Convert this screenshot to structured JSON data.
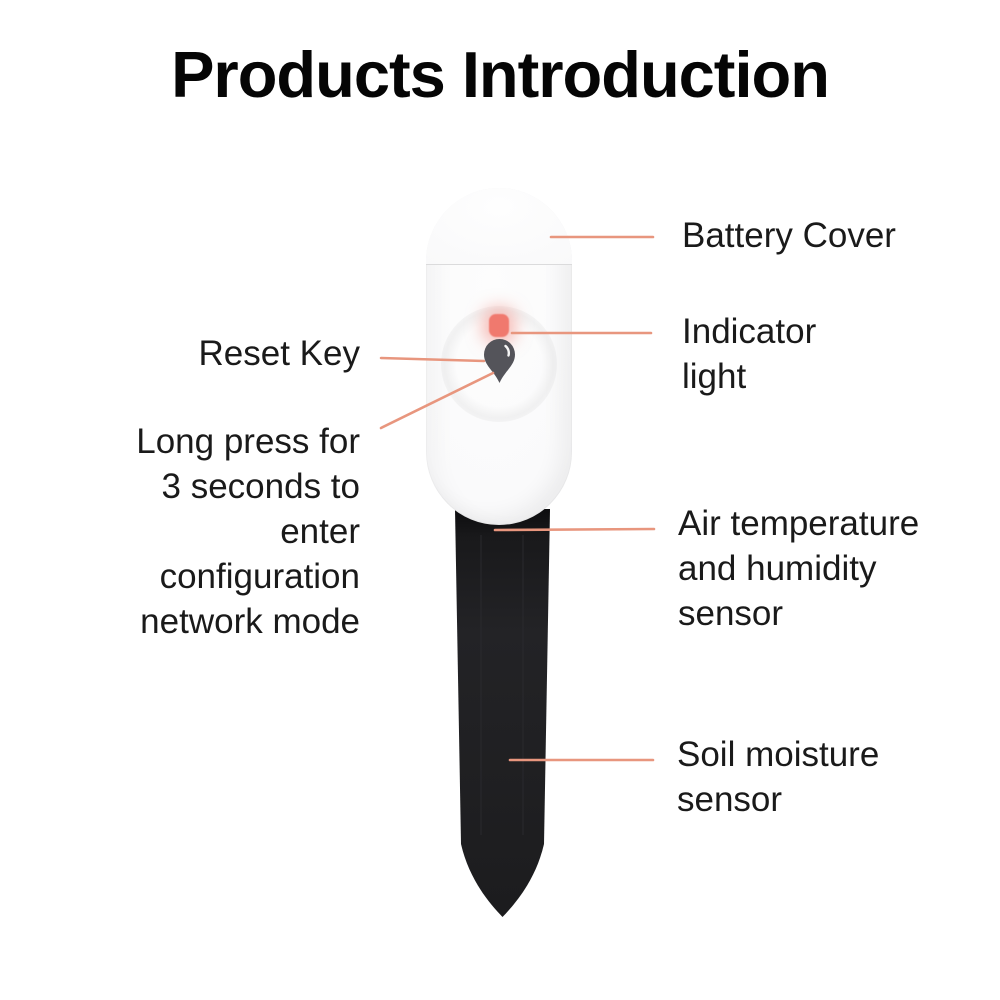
{
  "title": "Products Introduction",
  "colors": {
    "accent_leader_line": "#E8967E",
    "text": "#1A1A1A",
    "device_body": "#FAFAFB",
    "probe_black": "#1F1F22",
    "led_red": "#F0796E",
    "reset_pin_gray": "#54545A"
  },
  "icons": {
    "water_drop_icon": "water-drop",
    "indicator_led": "led-light"
  },
  "labels": {
    "battery_cover": "Battery Cover",
    "indicator_light": "Indicator\nlight",
    "reset_key": "Reset Key",
    "reset_key_note": "Long press for\n3 seconds to\nenter\nconfiguration\nnetwork mode",
    "air_temp_sensor": "Air temperature\nand humidity\nsensor",
    "soil_moisture_sensor": "Soil moisture\nsensor"
  }
}
